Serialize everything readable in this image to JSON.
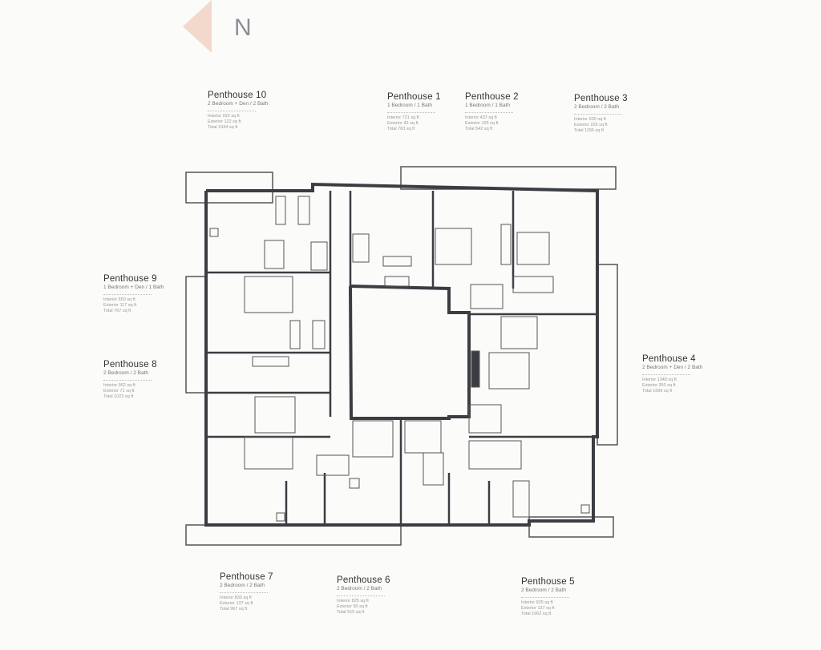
{
  "compass": {
    "label": "N",
    "color": "#f3d9cb"
  },
  "units": [
    {
      "id": "ph10",
      "name": "Penthouse 10",
      "type": "2 Bedroom + Den / 2 Bath",
      "interior": "Interior 922 sq ft",
      "exterior": "Exterior 122 sq ft",
      "total": "Total 1044 sq ft"
    },
    {
      "id": "ph1",
      "name": "Penthouse 1",
      "type": "1 Bedroom / 1 Bath",
      "interior": "Interior 721 sq ft",
      "exterior": "Exterior 42 sq ft",
      "total": "Total 763 sq ft"
    },
    {
      "id": "ph2",
      "name": "Penthouse 2",
      "type": "1 Bedroom / 1 Bath",
      "interior": "Interior 437 sq ft",
      "exterior": "Exterior 105 sq ft",
      "total": "Total 542 sq ft"
    },
    {
      "id": "ph3",
      "name": "Penthouse 3",
      "type": "2 Bedroom / 2 Bath",
      "interior": "Interior 930 sq ft",
      "exterior": "Exterior 226 sq ft",
      "total": "Total 1156 sq ft"
    },
    {
      "id": "ph9",
      "name": "Penthouse 9",
      "type": "1 Bedroom + Den / 1 Bath",
      "interior": "Interior 650 sq ft",
      "exterior": "Exterior 117 sq ft",
      "total": "Total 767 sq ft"
    },
    {
      "id": "ph8",
      "name": "Penthouse 8",
      "type": "2 Bedroom / 2 Bath",
      "interior": "Interior 952 sq ft",
      "exterior": "Exterior 71 sq ft",
      "total": "Total 1023 sq ft"
    },
    {
      "id": "ph4",
      "name": "Penthouse 4",
      "type": "2 Bedroom + Den / 2 Bath",
      "interior": "Interior 1349 sq ft",
      "exterior": "Exterior 350 sq ft",
      "total": "Total 1699 sq ft"
    },
    {
      "id": "ph7",
      "name": "Penthouse 7",
      "type": "2 Bedroom / 2 Bath",
      "interior": "Interior 830 sq ft",
      "exterior": "Exterior 137 sq ft",
      "total": "Total 967 sq ft"
    },
    {
      "id": "ph6",
      "name": "Penthouse 6",
      "type": "2 Bedroom / 2 Bath",
      "interior": "Interior 825 sq ft",
      "exterior": "Exterior 90 sq ft",
      "total": "Total 915 sq ft"
    },
    {
      "id": "ph5",
      "name": "Penthouse 5",
      "type": "2 Bedroom / 2 Bath",
      "interior": "Interior 925 sq ft",
      "exterior": "Exterior 137 sq ft",
      "total": "Total 1062 sq ft"
    }
  ]
}
